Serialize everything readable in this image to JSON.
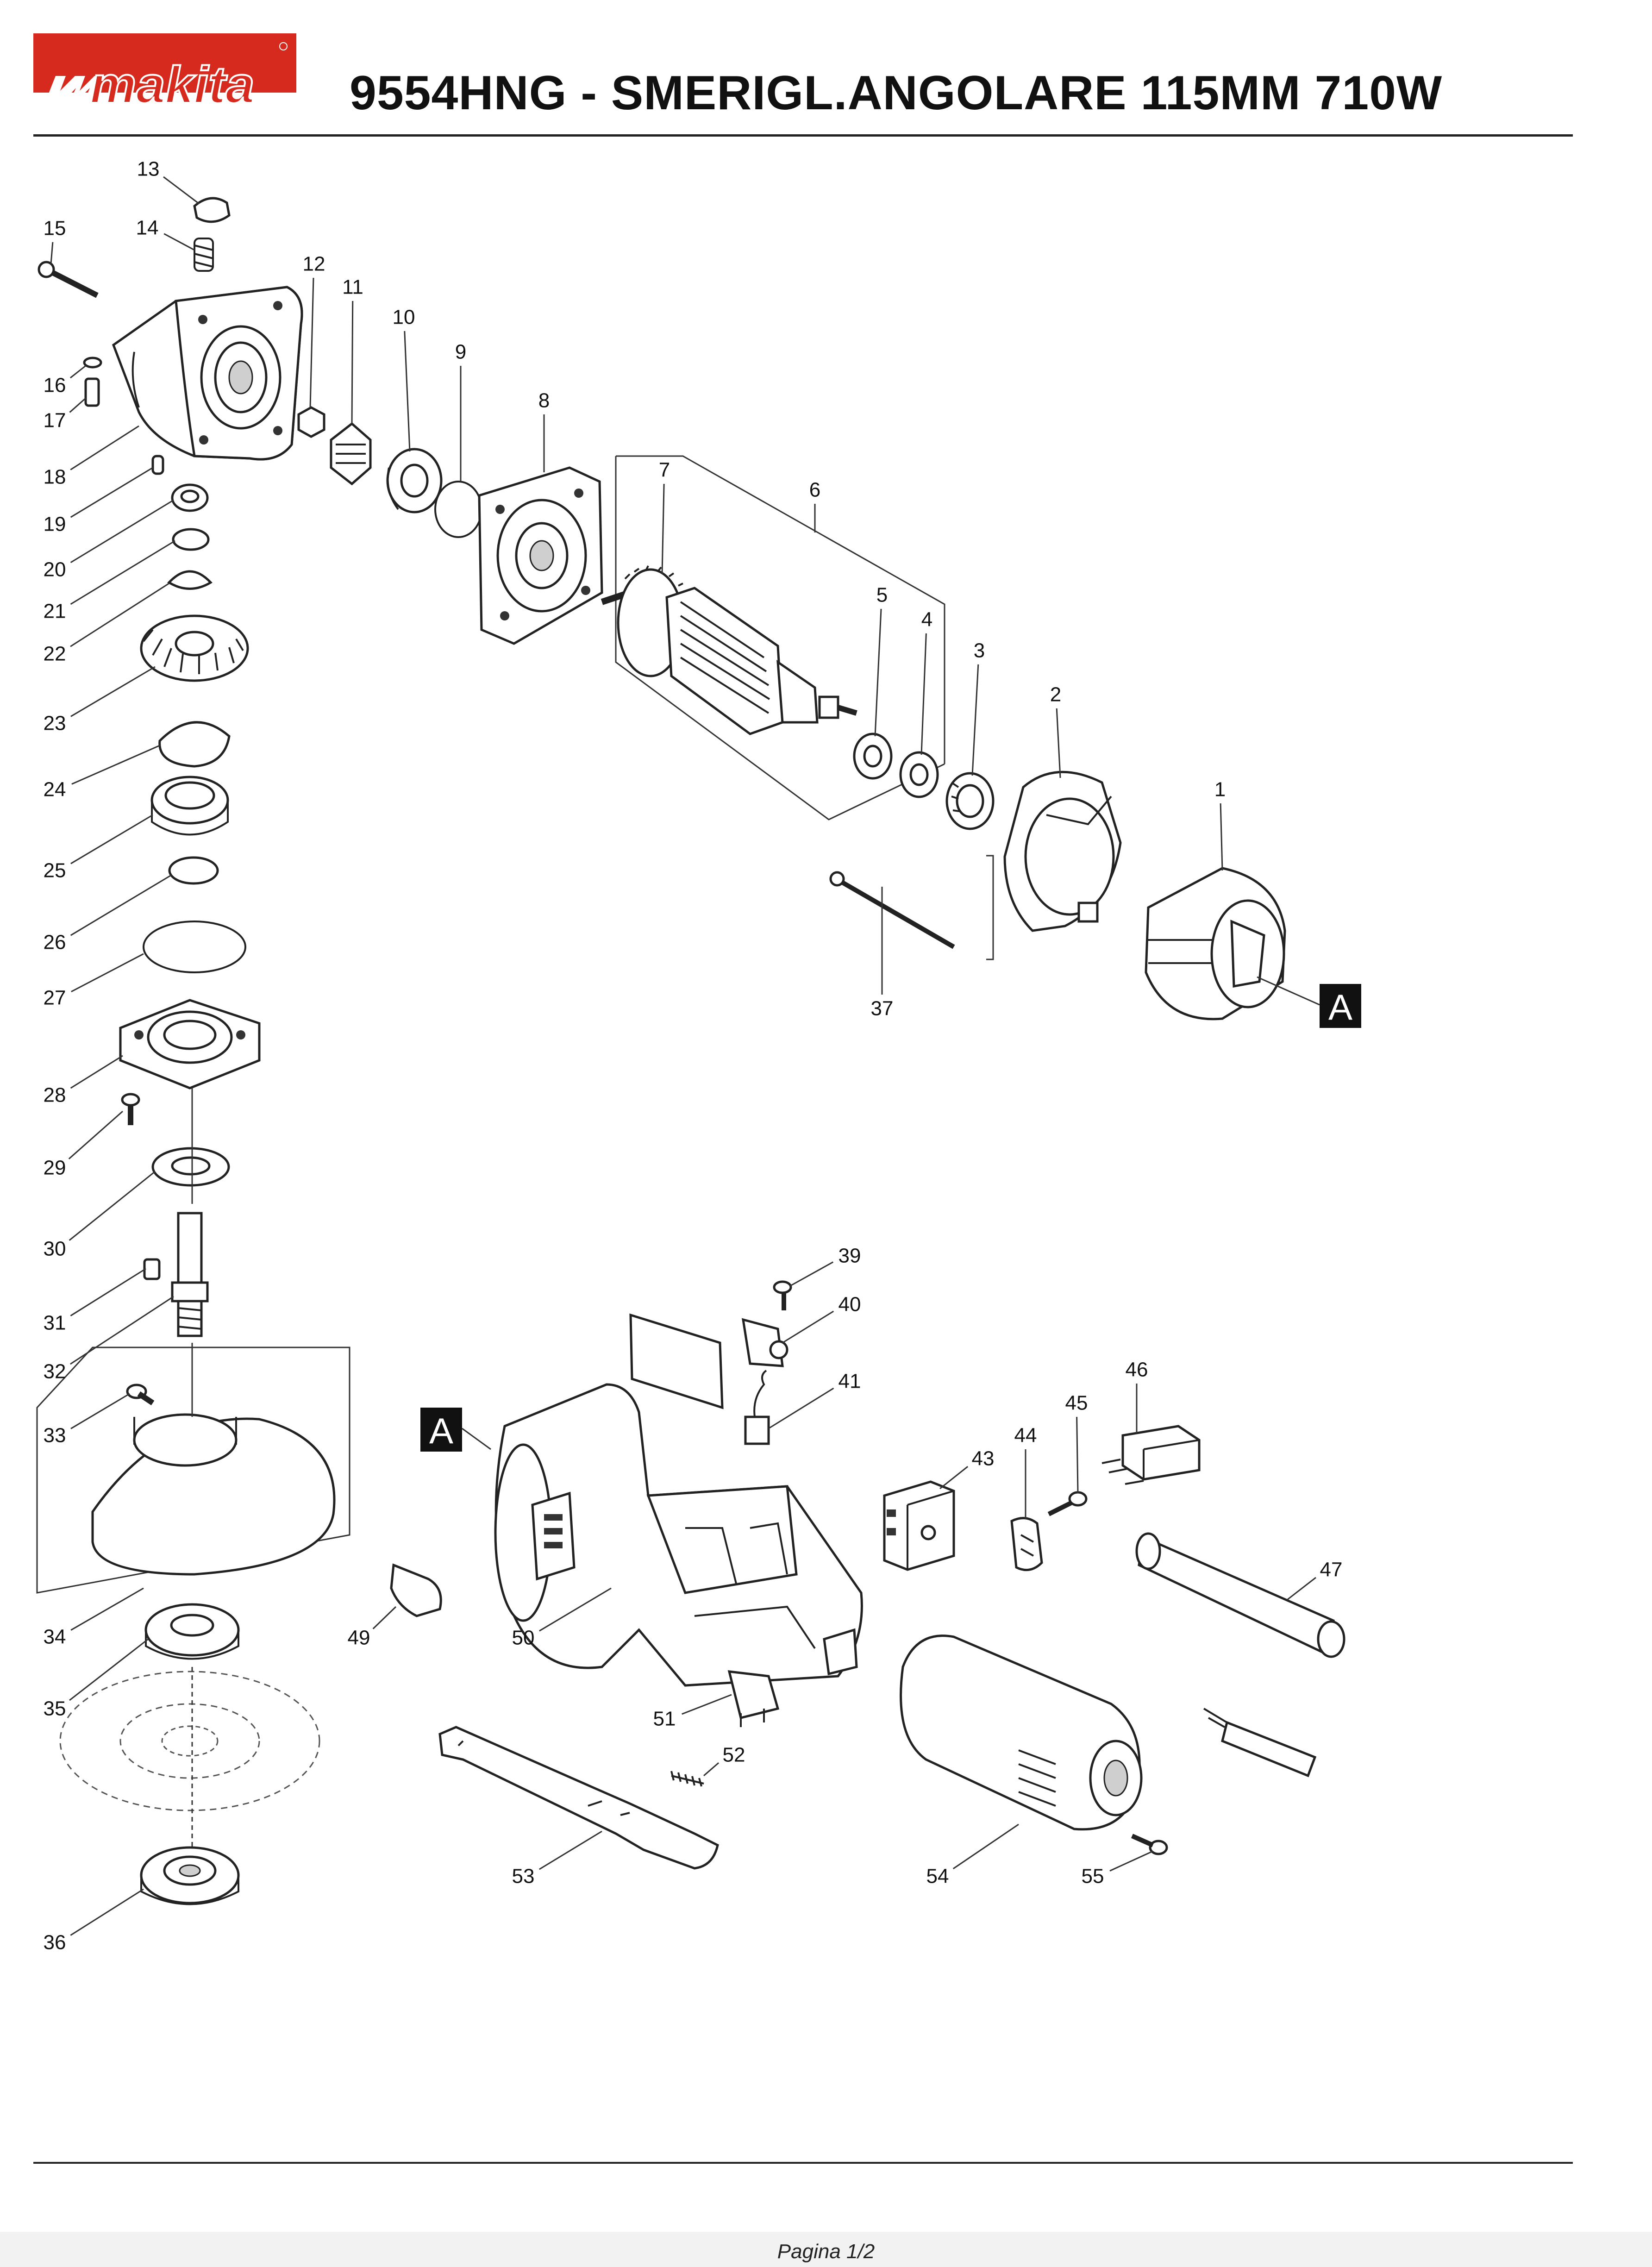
{
  "header": {
    "brand": "makita",
    "title": "9554HNG - SMERIGL.ANGOLARE 115MM 710W"
  },
  "footer": {
    "page": "Pagina 1/2"
  },
  "markers": [
    "A",
    "A"
  ],
  "callouts": [
    {
      "label": "1"
    },
    {
      "label": "2"
    },
    {
      "label": "3"
    },
    {
      "label": "4"
    },
    {
      "label": "5"
    },
    {
      "label": "6"
    },
    {
      "label": "7"
    },
    {
      "label": "8"
    },
    {
      "label": "9"
    },
    {
      "label": "10"
    },
    {
      "label": "11"
    },
    {
      "label": "12"
    },
    {
      "label": "13"
    },
    {
      "label": "14"
    },
    {
      "label": "15"
    },
    {
      "label": "16"
    },
    {
      "label": "17"
    },
    {
      "label": "18"
    },
    {
      "label": "19"
    },
    {
      "label": "20"
    },
    {
      "label": "21"
    },
    {
      "label": "22"
    },
    {
      "label": "23"
    },
    {
      "label": "24"
    },
    {
      "label": "25"
    },
    {
      "label": "26"
    },
    {
      "label": "27"
    },
    {
      "label": "28"
    },
    {
      "label": "29"
    },
    {
      "label": "30"
    },
    {
      "label": "31"
    },
    {
      "label": "32"
    },
    {
      "label": "33"
    },
    {
      "label": "34"
    },
    {
      "label": "35"
    },
    {
      "label": "36"
    },
    {
      "label": "37"
    },
    {
      "label": "39"
    },
    {
      "label": "40"
    },
    {
      "label": "41"
    },
    {
      "label": "43"
    },
    {
      "label": "44"
    },
    {
      "label": "45"
    },
    {
      "label": "46"
    },
    {
      "label": "47"
    },
    {
      "label": "49"
    },
    {
      "label": "50"
    },
    {
      "label": "51"
    },
    {
      "label": "52"
    },
    {
      "label": "53"
    },
    {
      "label": "54"
    },
    {
      "label": "55"
    }
  ]
}
